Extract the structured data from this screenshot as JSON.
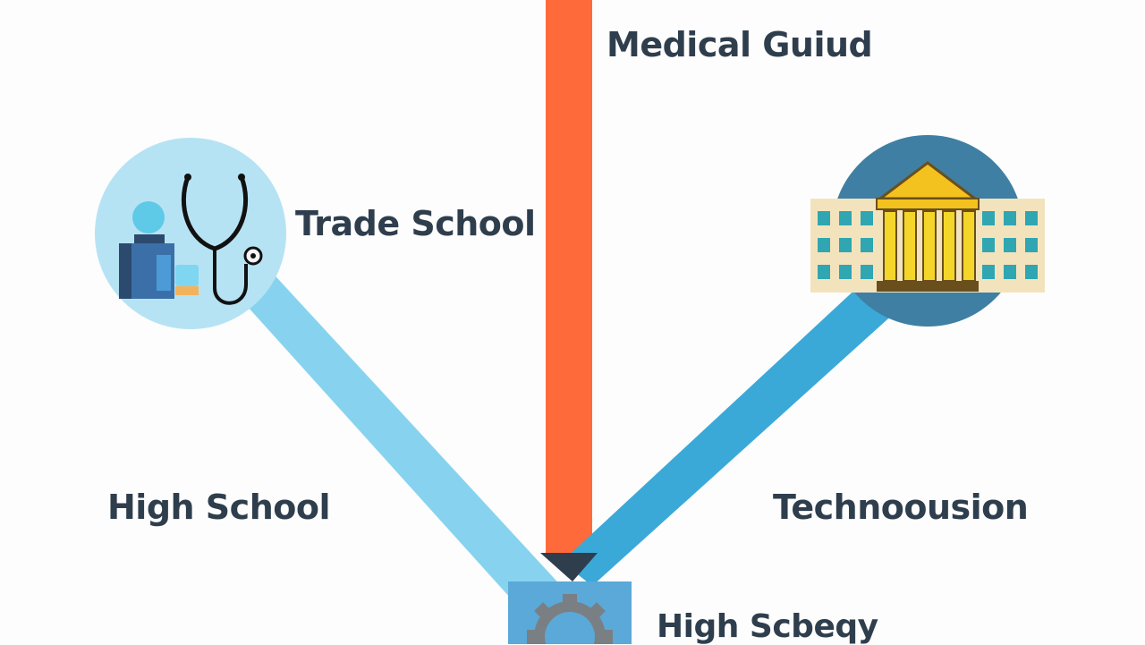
{
  "labels": {
    "top": "Medical Guiud",
    "left_upper": "Trade School",
    "left_lower": "High School",
    "right_lower": "Technoousion",
    "bottom": "High Scbeqy"
  },
  "icons": {
    "left": "doctor-stethoscope-icon",
    "right": "university-building-icon",
    "bottom": "gear-icon"
  },
  "colors": {
    "center_branch": "#ff6a3a",
    "left_branch": "#87d3ef",
    "right_branch": "#3aa9d8",
    "left_node": "#b6e3f4",
    "right_node": "#3f7fa3",
    "bottom_node": "#5aa9d8",
    "text": "#2f3e4d"
  }
}
